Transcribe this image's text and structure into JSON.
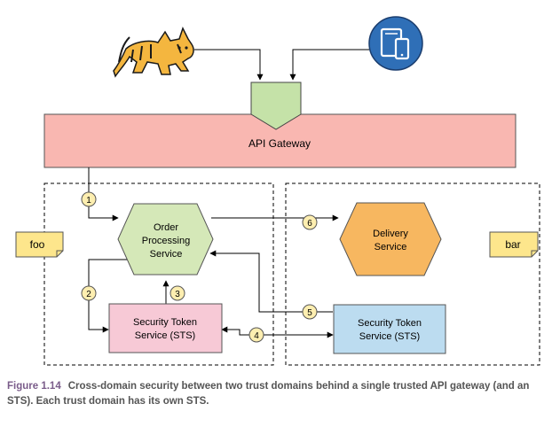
{
  "gateway": {
    "label": "API Gateway"
  },
  "domains": [
    {
      "tag": "foo"
    },
    {
      "tag": "bar"
    }
  ],
  "services": {
    "order": [
      "Order",
      "Processing",
      "Service"
    ],
    "delivery": [
      "Delivery",
      "Service"
    ],
    "sts_foo": [
      "Security Token",
      "Service (STS)"
    ],
    "sts_bar": [
      "Security Token",
      "Service (STS)"
    ]
  },
  "steps": [
    "1",
    "2",
    "3",
    "4",
    "5",
    "6"
  ],
  "clients": [
    {
      "icon": "tomcat-icon"
    },
    {
      "icon": "mobile-devices-icon"
    }
  ],
  "colors": {
    "gateway_fill": "#f9b7b1",
    "order_fill": "#d5e8b8",
    "delivery_fill": "#f7b760",
    "sts_foo_fill": "#f7c9d6",
    "sts_bar_fill": "#bcdcf0",
    "note_fill": "#fde68c",
    "step_fill": "#fdeeb0",
    "mobile_fill": "#2f6fb7"
  },
  "caption": {
    "figure": "Figure 1.14",
    "text": "Cross-domain security between two trust domains behind a single trusted API gateway (and an STS). Each trust domain has its own STS."
  }
}
